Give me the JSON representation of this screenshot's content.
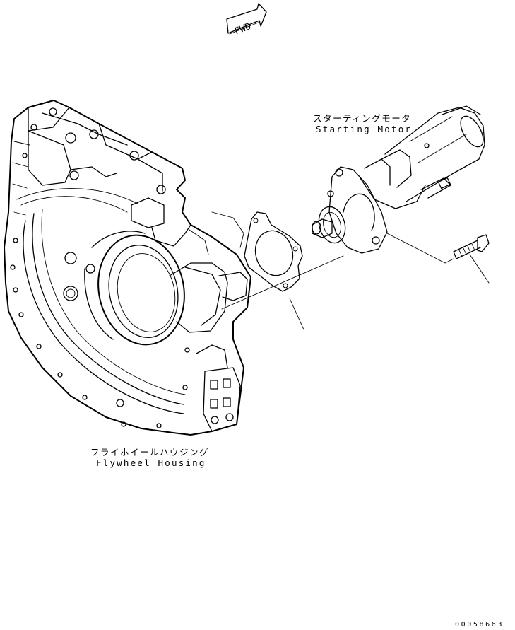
{
  "fwd_arrow": {
    "label": "FWD"
  },
  "parts": {
    "starting_motor": {
      "label_jp": "スターティングモータ",
      "label_en": "Starting Motor"
    },
    "flywheel_housing": {
      "label_jp": "フライホイールハウジング",
      "label_en": "Flywheel Housing"
    }
  },
  "figure_number": "00058663"
}
